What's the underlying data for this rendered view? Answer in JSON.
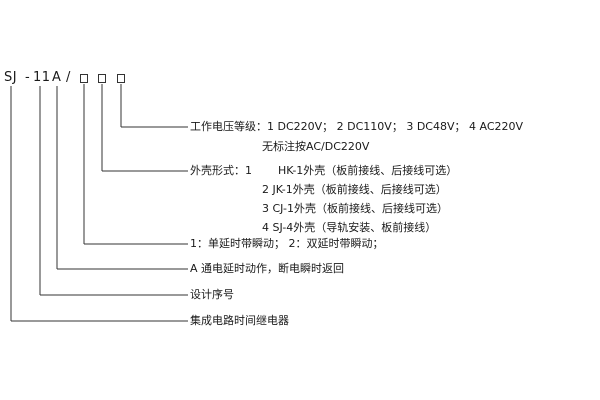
{
  "model_code": {
    "prefix": "SJ",
    "dash1": "-",
    "number": "11",
    "variant": "A",
    "slash": "/"
  },
  "descriptions": {
    "voltage_grade": "工作电压等级：1 DC220V；  2 DC110V；  3 DC48V；  4 AC220V",
    "voltage_note": "无标注按AC/DC220V",
    "housing_title": "外壳形式：1",
    "housing_1": "HK-1外壳（板前接线、后接线可选）",
    "housing_2": "2   JK-1外壳（板前接线、后接线可选）",
    "housing_3": "3   CJ-1外壳（板前接线、后接线可选）",
    "housing_4": "4   SJ-4外壳（导轨安装、板前接线）",
    "trip_type": "1：单延时带瞬动；  2：双延时带瞬动；",
    "action_type": "A  通电延时动作，断电瞬时返回",
    "design_serial": "设计序号",
    "product_name": "集成电路时间继电器"
  }
}
